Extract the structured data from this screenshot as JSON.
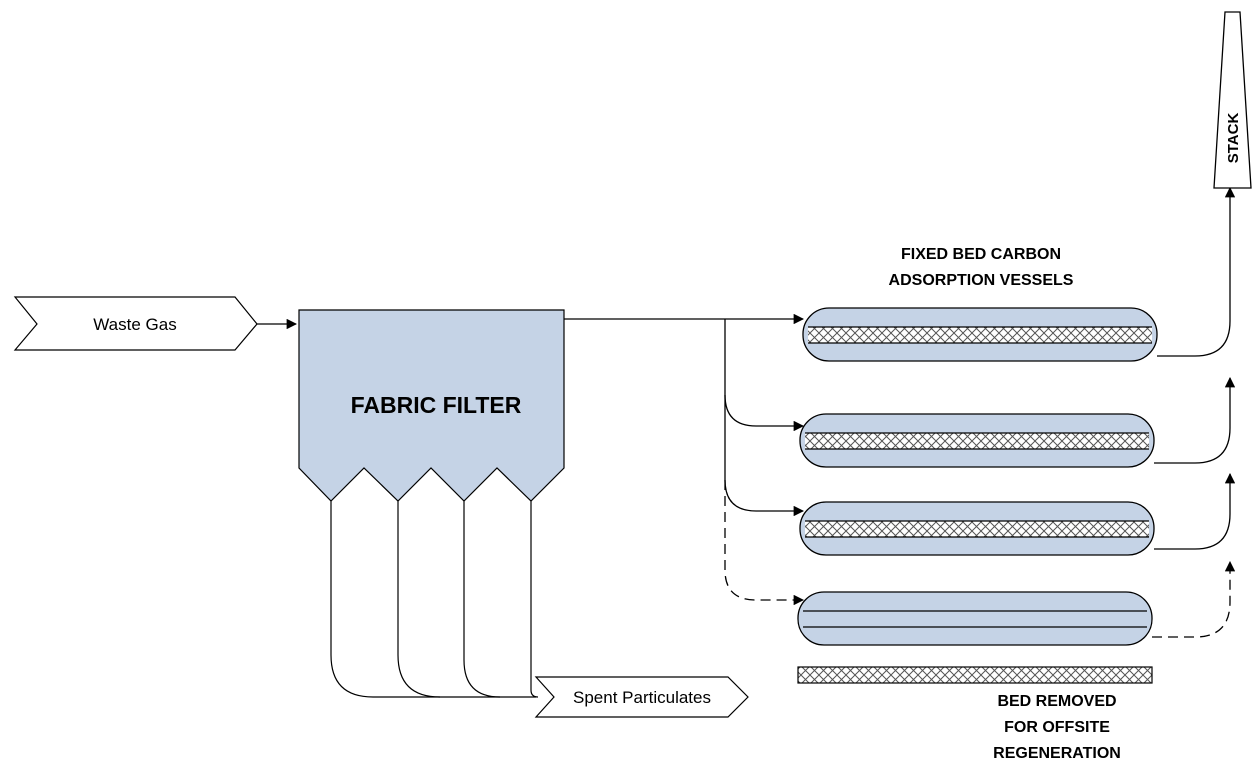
{
  "diagram": {
    "input_label": "Waste Gas",
    "filter_label": "FABRIC FILTER",
    "output_label": "Spent Particulates",
    "vessels_label_line1": "FIXED BED CARBON",
    "vessels_label_line2": "ADSORPTION VESSELS",
    "stack_label": "STACK",
    "removed_label_line1": "BED REMOVED",
    "removed_label_line2": "FOR OFFSITE",
    "removed_label_line3": "REGENERATION"
  },
  "colors": {
    "vessel_fill": "#c5d3e6",
    "filter_fill": "#c5d3e6",
    "line": "#000000",
    "background": "#ffffff"
  }
}
